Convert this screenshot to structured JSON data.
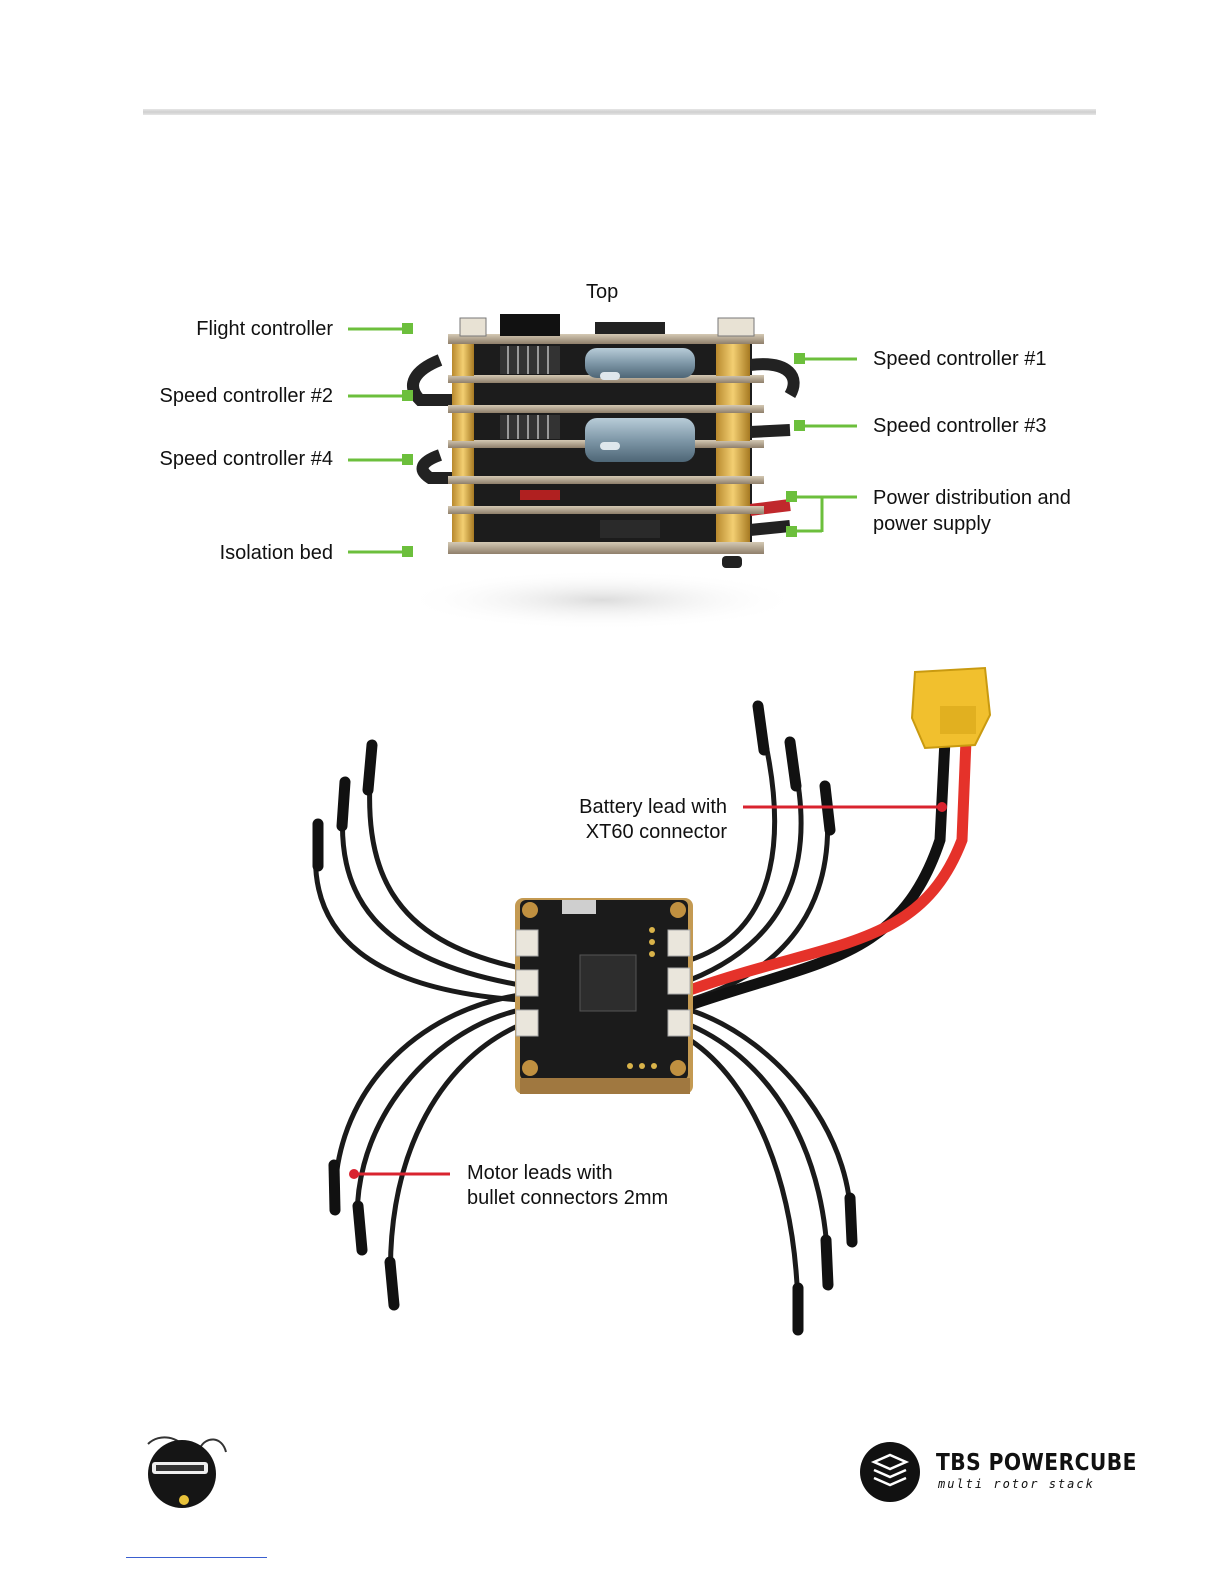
{
  "stack_diagram": {
    "top_label": "Top",
    "left_labels": [
      "Flight controller",
      "Speed controller #2",
      "Speed controller #4",
      "Isolation bed"
    ],
    "right_labels": [
      "Speed controller #1",
      "Speed controller #3"
    ],
    "power_label_line1": "Power distribution and",
    "power_label_line2": "power supply",
    "callout_color": "#6cbf3c"
  },
  "board_diagram": {
    "battery_label_line1": "Battery lead with",
    "battery_label_line2": "XT60 connector",
    "motor_label_line1": "Motor leads with",
    "motor_label_line2": "bullet connectors 2mm",
    "callout_color": "#d9232f"
  },
  "footer": {
    "left_logo": "blacksheep-logo",
    "brand_title": "TBS POWERCUBE",
    "brand_subtitle": "multi rotor stack"
  }
}
